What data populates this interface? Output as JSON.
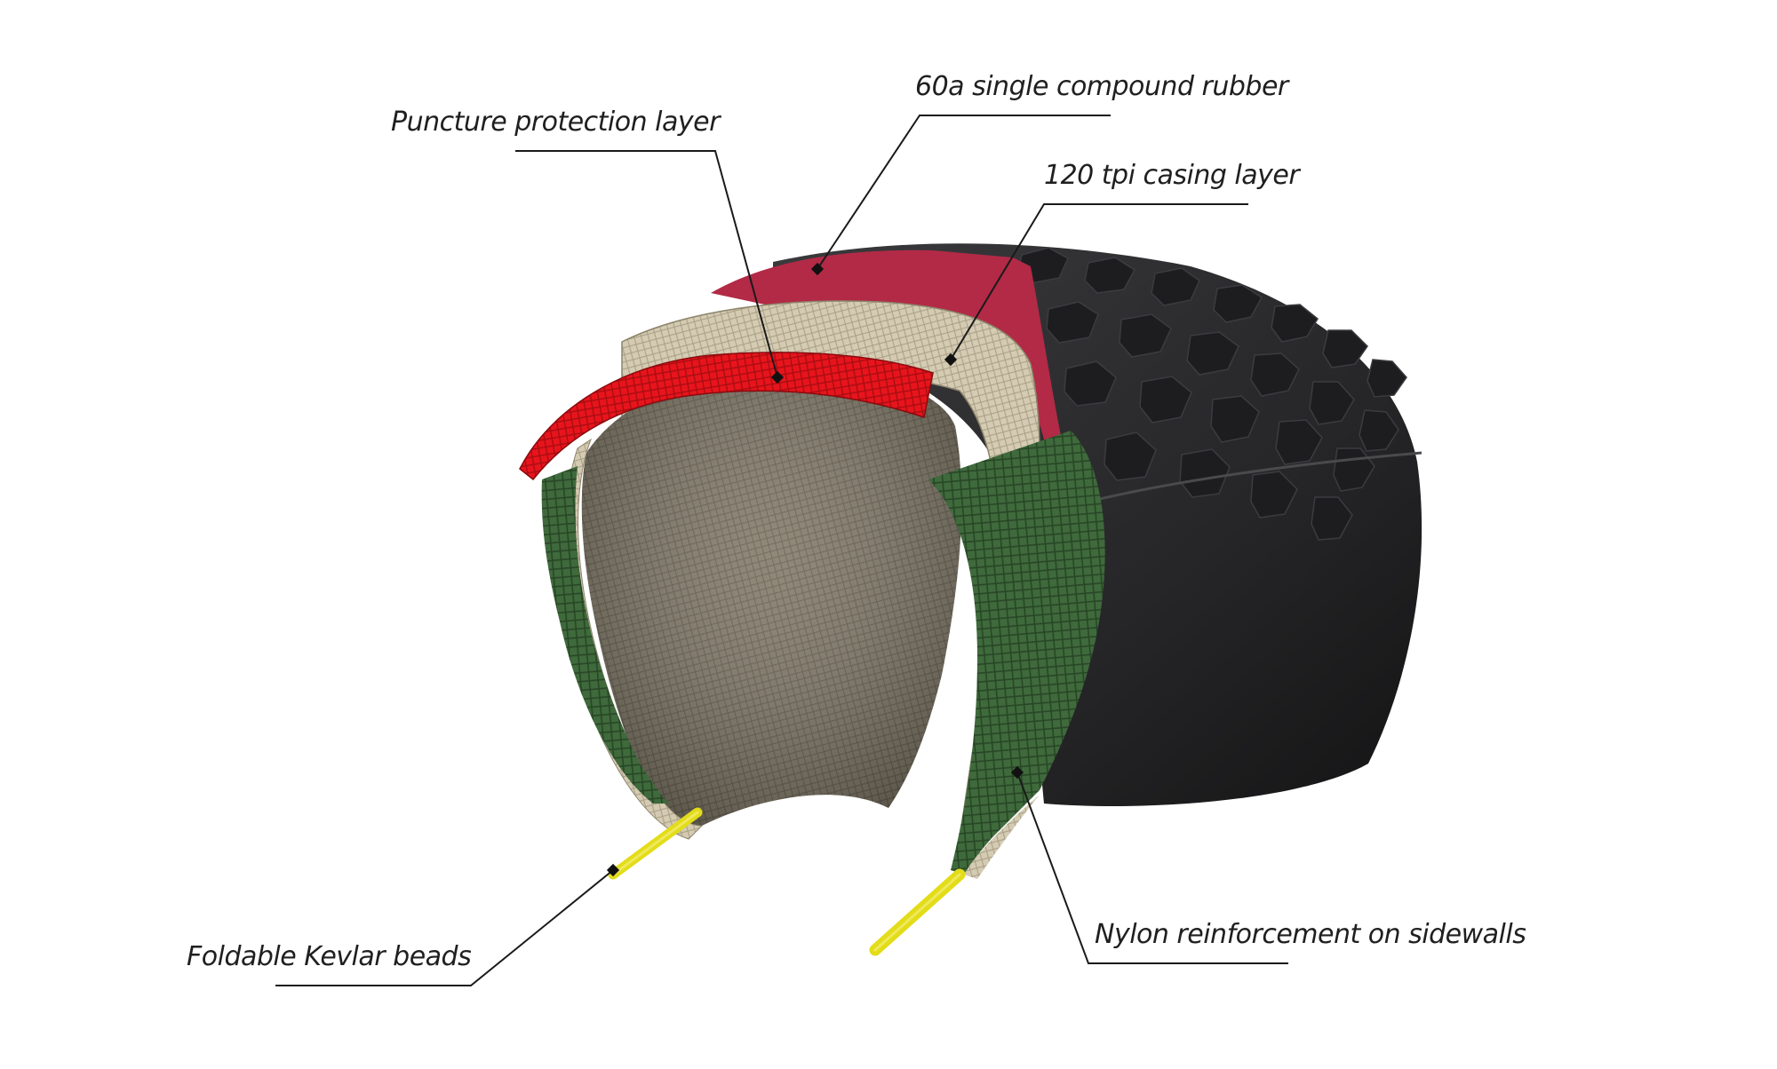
{
  "callouts": {
    "puncture": "Puncture protection layer",
    "rubber": "60a single compound rubber",
    "casing": "120 tpi casing layer",
    "beads": "Foldable Kevlar beads",
    "nylon": "Nylon reinforcement on sidewalls"
  },
  "colors": {
    "rubber": "#2a2a2c",
    "rubber_cut": "#b22a46",
    "puncture_layer": "#e8141c",
    "casing_layer": "#d4cbb2",
    "nylon_layer": "#3f6a3c",
    "inner_liner": "#7c7462",
    "bead": "#e3dc18",
    "leader_line": "#1a1a1a"
  }
}
